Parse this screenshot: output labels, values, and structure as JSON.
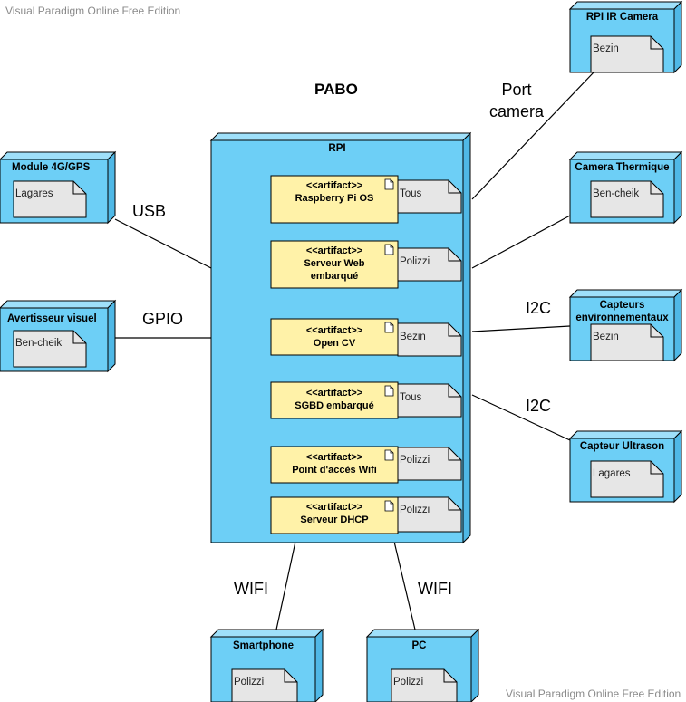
{
  "watermark_top": "Visual Paradigm Online Free Edition",
  "watermark_bottom": "Visual Paradigm Online Free Edition",
  "title": "PABO",
  "rpi": {
    "label": "RPI",
    "artifacts": [
      {
        "stereo": "<<artifact>>",
        "name": "Raspberry Pi OS",
        "note": "Tous"
      },
      {
        "stereo": "<<artifact>>",
        "name": "Serveur Web embarqué",
        "note": "Polizzi"
      },
      {
        "stereo": "<<artifact>>",
        "name": "Open CV",
        "note": "Bezin"
      },
      {
        "stereo": "<<artifact>>",
        "name": "SGBD embarqué",
        "note": "Tous"
      },
      {
        "stereo": "<<artifact>>",
        "name": "Point d'accès Wifi",
        "note": "Polizzi"
      },
      {
        "stereo": "<<artifact>>",
        "name": "Serveur DHCP",
        "note": "Polizzi"
      }
    ]
  },
  "nodes": {
    "module_4g": {
      "title": "Module 4G/GPS",
      "note": "Lagares"
    },
    "avertisseur": {
      "title": "Avertisseur visuel",
      "note": "Ben-cheik"
    },
    "rpi_ir_camera": {
      "title": "RPI IR Camera",
      "note": "Bezin"
    },
    "camera_thermique": {
      "title": "Camera Thermique",
      "note": "Ben-cheik"
    },
    "capteurs_env": {
      "title": "Capteurs environnementaux",
      "note": "Bezin"
    },
    "capteur_ultrason": {
      "title": "Capteur Ultrason",
      "note": "Lagares"
    },
    "smartphone": {
      "title": "Smartphone",
      "note": "Polizzi"
    },
    "pc": {
      "title": "PC",
      "note": "Polizzi"
    }
  },
  "connections": {
    "usb": "USB",
    "gpio": "GPIO",
    "port_camera": "Port camera",
    "i2c_1": "I2C",
    "i2c_2": "I2C",
    "wifi_1": "WIFI",
    "wifi_2": "WIFI"
  },
  "colors": {
    "node_fill": "#6dcff6",
    "node_top": "#9fe0fa",
    "node_side": "#4fb8e6",
    "artifact_fill": "#fff2a8",
    "note_fill": "#e6e6e6",
    "stroke": "#000000"
  }
}
